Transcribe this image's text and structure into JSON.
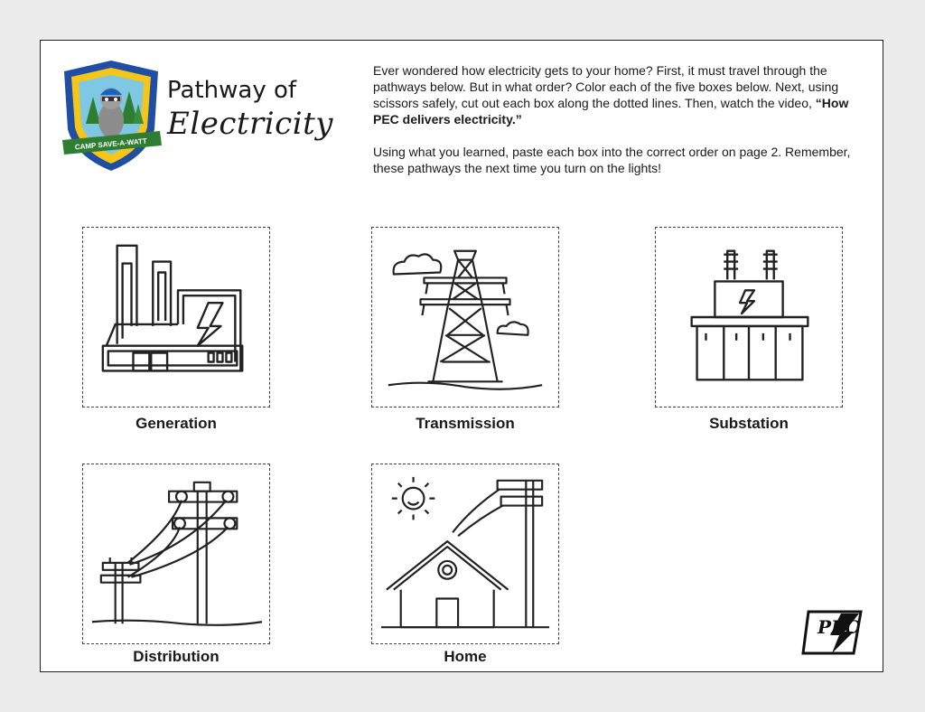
{
  "header": {
    "title_line1": "Pathway of",
    "title_line2": "Electricity",
    "badge_text": "CAMP SAVE-A-WATT"
  },
  "intro": {
    "p1_a": "Ever wondered how electricity gets to your home? First, it must travel through the pathways below. But in what order? Color each of the five boxes below. Next, using scissors safely, cut out each box along the dotted lines. Then, watch the video, ",
    "p1_video": "“How PEC delivers electricity.”",
    "p2": "Using what you learned, paste each box into the correct order on page 2. Remember, these pathways the next time you turn on the lights!"
  },
  "boxes": [
    {
      "label": "Generation",
      "icon": "power-plant-icon"
    },
    {
      "label": "Transmission",
      "icon": "transmission-tower-icon"
    },
    {
      "label": "Substation",
      "icon": "substation-transformer-icon"
    },
    {
      "label": "Distribution",
      "icon": "utility-poles-icon"
    },
    {
      "label": "Home",
      "icon": "house-icon"
    }
  ],
  "footer": {
    "logo_text": "PEC"
  }
}
